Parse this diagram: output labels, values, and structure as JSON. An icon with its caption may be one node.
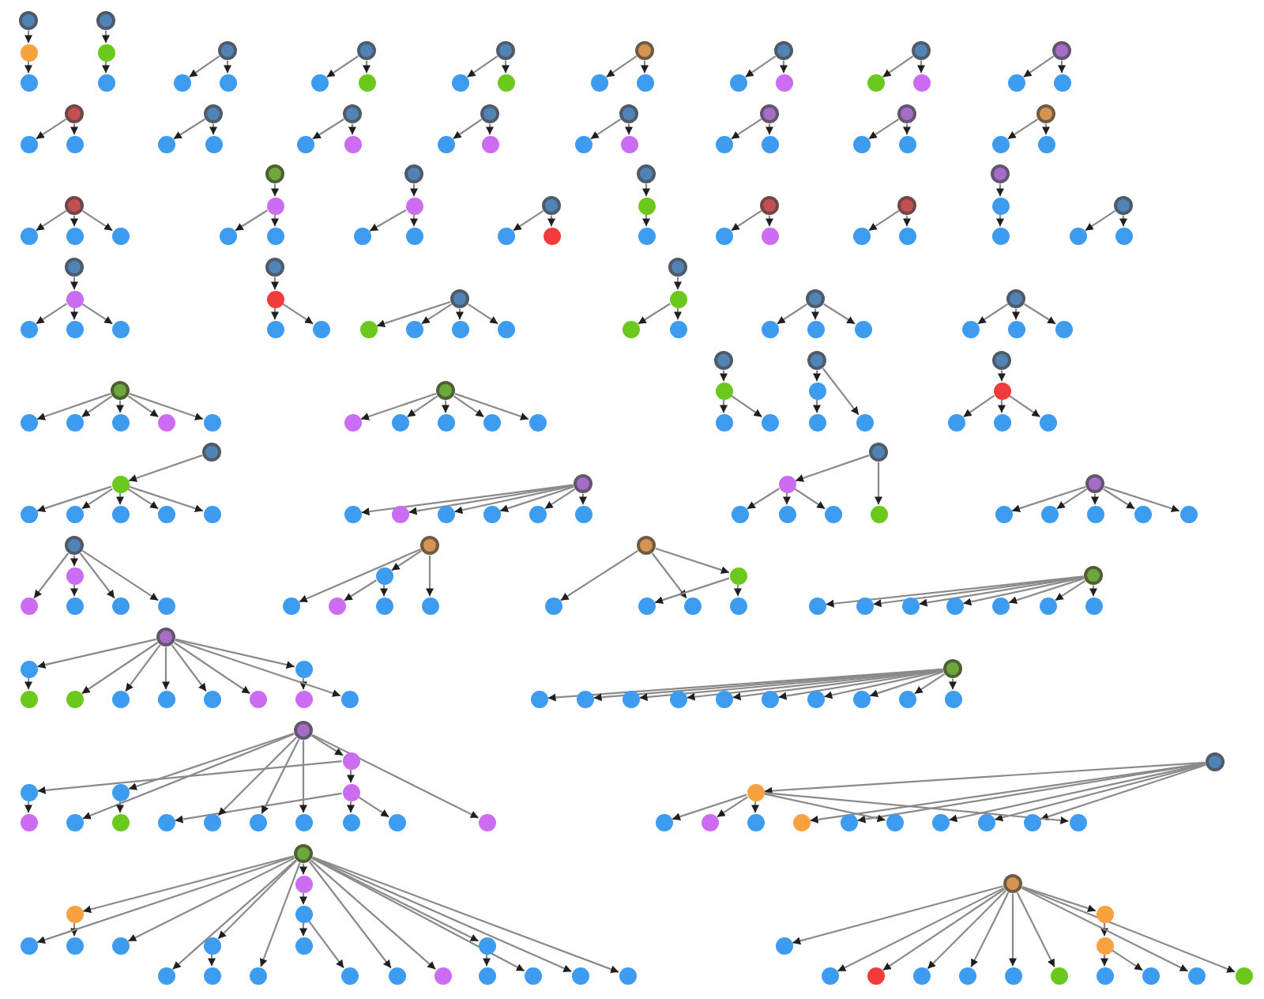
{
  "diagram": {
    "nodes": [
      {
        "text": [],
        "shape": "circle"
      },
      {
        "text": [],
        "shape": "circle"
      },
      {
        "text": [],
        "shape": "circle"
      },
      {
        "text": [],
        "shape": "circle"
      },
      {
        "text": [],
        "shape": "circle"
      },
      {
        "text": [],
        "shape": "circle"
      },
      {
        "text": [],
        "shape": "circle"
      },
      {
        "text": [],
        "shape": "circle"
      },
      {
        "text": [],
        "shape": "circle"
      },
      {
        "text": [],
        "shape": "circle"
      },
      {
        "text": [],
        "shape": "circle"
      },
      {
        "text": [],
        "shape": "circle"
      },
      {
        "text": [],
        "shape": "circle"
      },
      {
        "text": [],
        "shape": "circle"
      },
      {
        "text": [],
        "shape": "circle"
      },
      {
        "text": [],
        "shape": "circle"
      },
      {
        "text": [],
        "shape": "circle"
      },
      {
        "text": [],
        "shape": "circle"
      },
      {
        "text": [],
        "shape": "circle"
      },
      {
        "text": [],
        "shape": "circle"
      },
      {
        "text": [],
        "shape": "circle"
      },
      {
        "text": [],
        "shape": "circle"
      },
      {
        "text": [],
        "shape": "circle"
      },
      {
        "text": [],
        "shape": "circle"
      },
      {
        "text": [],
        "shape": "circle"
      },
      {
        "text": [],
        "shape": "circle"
      },
      {
        "text": [],
        "shape": "circle"
      },
      {
        "text": [],
        "shape": "circle"
      },
      {
        "text": [],
        "shape": "circle"
      },
      {
        "text": [],
        "shape": "circle"
      },
      {
        "text": [],
        "shape": "circle"
      },
      {
        "text": [],
        "shape": "circle"
      },
      {
        "text": [],
        "shape": "circle"
      },
      {
        "text": [],
        "shape": "circle"
      },
      {
        "text": [],
        "shape": "circle"
      },
      {
        "text": [],
        "shape": "circle"
      },
      {
        "text": [],
        "shape": "circle"
      },
      {
        "text": [],
        "shape": "circle"
      },
      {
        "text": [],
        "shape": "circle"
      },
      {
        "text": [],
        "shape": "circle"
      },
      {
        "text": [],
        "shape": "circle"
      },
      {
        "text": [],
        "shape": "circle"
      },
      {
        "text": [],
        "shape": "circle"
      },
      {
        "text": [],
        "shape": "circle"
      },
      {
        "text": [],
        "shape": "circle"
      },
      {
        "text": [],
        "shape": "circle"
      },
      {
        "text": [],
        "shape": "circle"
      },
      {
        "text": [],
        "shape": "circle"
      },
      {
        "text": [],
        "shape": "circle"
      },
      {
        "text": [],
        "shape": "circle"
      },
      {
        "text": [],
        "shape": "circle"
      },
      {
        "text": [],
        "shape": "circle"
      },
      {
        "text": [],
        "shape": "circle"
      },
      {
        "text": [],
        "shape": "circle"
      },
      {
        "text": [],
        "shape": "circle"
      },
      {
        "text": [],
        "shape": "circle"
      },
      {
        "text": [],
        "shape": "circle"
      },
      {
        "text": [],
        "shape": "circle"
      },
      {
        "text": [],
        "shape": "circle"
      },
      {
        "text": [],
        "shape": "circle"
      },
      {
        "text": [],
        "shape": "circle"
      },
      {
        "text": [],
        "shape": "circle"
      },
      {
        "text": [],
        "shape": "circle"
      },
      {
        "text": [],
        "shape": "circle"
      },
      {
        "text": [],
        "shape": "circle"
      },
      {
        "text": [],
        "shape": "circle"
      },
      {
        "text": [],
        "shape": "circle"
      },
      {
        "text": [],
        "shape": "circle"
      },
      {
        "text": [],
        "shape": "circle"
      },
      {
        "text": [],
        "shape": "circle"
      },
      {
        "text": [],
        "shape": "circle"
      },
      {
        "text": [],
        "shape": "circle"
      },
      {
        "text": [],
        "shape": "circle"
      },
      {
        "text": [],
        "shape": "circle"
      },
      {
        "text": [],
        "shape": "circle"
      },
      {
        "text": [],
        "shape": "circle"
      },
      {
        "text": [],
        "shape": "circle"
      },
      {
        "text": [],
        "shape": "circle"
      },
      {
        "text": [],
        "shape": "circle"
      },
      {
        "text": [],
        "shape": "circle"
      },
      {
        "text": [],
        "shape": "circle"
      },
      {
        "text": [],
        "shape": "circle"
      },
      {
        "text": [],
        "shape": "circle"
      },
      {
        "text": [],
        "shape": "circle"
      },
      {
        "text": [],
        "shape": "circle"
      },
      {
        "text": [],
        "shape": "circle"
      },
      {
        "text": [],
        "shape": "circle"
      },
      {
        "text": [],
        "shape": "circle"
      },
      {
        "text": [],
        "shape": "circle"
      },
      {
        "text": [],
        "shape": "circle"
      },
      {
        "text": [],
        "shape": "circle"
      },
      {
        "text": [],
        "shape": "circle"
      },
      {
        "text": [],
        "shape": "circle"
      },
      {
        "text": [],
        "shape": "circle"
      },
      {
        "text": [],
        "shape": "circle"
      },
      {
        "text": [],
        "shape": "circle"
      },
      {
        "text": [],
        "shape": "circle"
      },
      {
        "text": [],
        "shape": "circle"
      },
      {
        "text": [],
        "shape": "circle"
      },
      {
        "text": [],
        "shape": "circle"
      },
      {
        "text": [],
        "shape": "circle"
      },
      {
        "text": [],
        "shape": "circle"
      },
      {
        "text": [],
        "shape": "circle"
      },
      {
        "text": [],
        "shape": "circle"
      },
      {
        "text": [],
        "shape": "circle"
      },
      {
        "text": [],
        "shape": "circle"
      },
      {
        "text": [],
        "shape": "circle"
      },
      {
        "text": [],
        "shape": "circle"
      },
      {
        "text": [],
        "shape": "circle"
      },
      {
        "text": [],
        "shape": "circle"
      },
      {
        "text": [],
        "shape": "circle"
      },
      {
        "text": [],
        "shape": "circle"
      },
      {
        "text": [],
        "shape": "circle"
      },
      {
        "text": [],
        "shape": "circle"
      },
      {
        "text": [],
        "shape": "circle"
      },
      {
        "text": [],
        "shape": "circle"
      },
      {
        "text": [],
        "shape": "circle"
      },
      {
        "text": [],
        "shape": "circle"
      },
      {
        "text": [],
        "shape": "circle"
      },
      {
        "text": [],
        "shape": "circle"
      },
      {
        "text": [],
        "shape": "circle"
      },
      {
        "text": [],
        "shape": "circle"
      },
      {
        "text": [],
        "shape": "circle"
      },
      {
        "text": [],
        "shape": "circle"
      },
      {
        "text": [],
        "shape": "circle"
      },
      {
        "text": [],
        "shape": "circle"
      },
      {
        "text": [],
        "shape": "circle"
      },
      {
        "text": [],
        "shape": "circle"
      },
      {
        "text": [],
        "shape": "circle"
      },
      {
        "text": [],
        "shape": "circle"
      },
      {
        "text": [],
        "shape": "circle"
      },
      {
        "text": [],
        "shape": "circle"
      },
      {
        "text": [],
        "shape": "circle"
      },
      {
        "text": [],
        "shape": "circle"
      },
      {
        "text": [],
        "shape": "circle"
      },
      {
        "text": [],
        "shape": "circle"
      },
      {
        "text": [],
        "shape": "circle"
      },
      {
        "text": [],
        "shape": "circle"
      },
      {
        "text": [],
        "shape": "circle"
      },
      {
        "text": [],
        "shape": "circle"
      },
      {
        "text": [],
        "shape": "circle"
      },
      {
        "text": [],
        "shape": "circle"
      },
      {
        "text": [],
        "shape": "circle"
      },
      {
        "text": [],
        "shape": "circle"
      },
      {
        "text": [],
        "shape": "circle"
      },
      {
        "text": [],
        "shape": "circle"
      },
      {
        "text": [],
        "shape": "circle"
      },
      {
        "text": [],
        "shape": "circle"
      },
      {
        "text": [],
        "shape": "circle"
      },
      {
        "text": [],
        "shape": "circle"
      },
      {
        "text": [],
        "shape": "circle"
      },
      {
        "text": [],
        "shape": "circle"
      },
      {
        "text": [],
        "shape": "circle"
      },
      {
        "text": [],
        "shape": "circle"
      },
      {
        "text": [],
        "shape": "circle"
      },
      {
        "text": [],
        "shape": "circle"
      },
      {
        "text": [],
        "shape": "circle"
      },
      {
        "text": [],
        "shape": "circle"
      },
      {
        "text": [],
        "shape": "circle"
      },
      {
        "text": [],
        "shape": "circle"
      },
      {
        "text": [],
        "shape": "circle"
      },
      {
        "text": [],
        "shape": "circle"
      },
      {
        "text": [],
        "shape": "circle"
      },
      {
        "text": [],
        "shape": "circle"
      },
      {
        "text": [],
        "shape": "circle"
      },
      {
        "text": [],
        "shape": "circle"
      },
      {
        "text": [],
        "shape": "circle"
      },
      {
        "text": [],
        "shape": "circle"
      },
      {
        "text": [],
        "shape": "circle"
      },
      {
        "text": [],
        "shape": "circle"
      },
      {
        "text": [],
        "shape": "circle"
      },
      {
        "text": [],
        "shape": "circle"
      },
      {
        "text": [],
        "shape": "circle"
      },
      {
        "text": [],
        "shape": "circle"
      },
      {
        "text": [],
        "shape": "circle"
      },
      {
        "text": [],
        "shape": "circle"
      },
      {
        "text": [],
        "shape": "circle"
      },
      {
        "text": [],
        "shape": "circle"
      },
      {
        "text": [],
        "shape": "circle"
      },
      {
        "text": [],
        "shape": "circle"
      },
      {
        "text": [],
        "shape": "circle"
      },
      {
        "text": [],
        "shape": "circle"
      },
      {
        "text": [],
        "shape": "circle"
      },
      {
        "text": [],
        "shape": "circle"
      },
      {
        "text": [],
        "shape": "circle"
      },
      {
        "text": [],
        "shape": "circle"
      },
      {
        "text": [],
        "shape": "circle"
      },
      {
        "text": [],
        "shape": "circle"
      },
      {
        "text": [],
        "shape": "circle"
      },
      {
        "text": [],
        "shape": "circle"
      },
      {
        "text": [],
        "shape": "circle"
      },
      {
        "text": [],
        "shape": "circle"
      },
      {
        "text": [],
        "shape": "circle"
      },
      {
        "text": [],
        "shape": "circle"
      },
      {
        "text": [],
        "shape": "circle"
      },
      {
        "text": [],
        "shape": "circle"
      },
      {
        "text": [],
        "shape": "circle"
      },
      {
        "text": [],
        "shape": "circle"
      },
      {
        "text": [],
        "shape": "circle"
      },
      {
        "text": [],
        "shape": "circle"
      },
      {
        "text": [],
        "shape": "circle"
      },
      {
        "text": [],
        "shape": "circle"
      },
      {
        "text": [],
        "shape": "circle"
      },
      {
        "text": [],
        "shape": "circle"
      },
      {
        "text": [],
        "shape": "circle"
      },
      {
        "text": [],
        "shape": "circle"
      },
      {
        "text": [],
        "shape": "circle"
      },
      {
        "text": [],
        "shape": "circle"
      },
      {
        "text": [],
        "shape": "circle"
      },
      {
        "text": [],
        "shape": "circle"
      },
      {
        "text": [],
        "shape": "circle"
      },
      {
        "text": [],
        "shape": "circle"
      },
      {
        "text": [],
        "shape": "circle"
      },
      {
        "text": [],
        "shape": "circle"
      },
      {
        "text": [],
        "shape": "circle"
      },
      {
        "text": [],
        "shape": "circle"
      },
      {
        "text": [],
        "shape": "circle"
      },
      {
        "text": [],
        "shape": "circle"
      },
      {
        "text": [],
        "shape": "circle"
      },
      {
        "text": [],
        "shape": "circle"
      },
      {
        "text": [],
        "shape": "circle"
      },
      {
        "text": [],
        "shape": "circle"
      },
      {
        "text": [],
        "shape": "circle"
      },
      {
        "text": [],
        "shape": "circle"
      },
      {
        "text": [],
        "shape": "circle"
      },
      {
        "text": [],
        "shape": "circle"
      },
      {
        "text": [],
        "shape": "circle"
      },
      {
        "text": [],
        "shape": "circle"
      },
      {
        "text": [],
        "shape": "circle"
      },
      {
        "text": [],
        "shape": "circle"
      },
      {
        "text": [],
        "shape": "circle"
      },
      {
        "text": [],
        "shape": "circle"
      },
      {
        "text": [],
        "shape": "circle"
      },
      {
        "text": [],
        "shape": "circle"
      },
      {
        "text": [],
        "shape": "circle"
      },
      {
        "text": [],
        "shape": "circle"
      },
      {
        "text": [],
        "shape": "circle"
      },
      {
        "text": [],
        "shape": "circle"
      },
      {
        "text": [],
        "shape": "circle"
      },
      {
        "text": [],
        "shape": "circle"
      },
      {
        "text": [],
        "shape": "circle"
      },
      {
        "text": [],
        "shape": "circle"
      },
      {
        "text": [],
        "shape": "circle"
      },
      {
        "text": [],
        "shape": "circle"
      },
      {
        "text": [],
        "shape": "circle"
      },
      {
        "text": [],
        "shape": "circle"
      },
      {
        "text": [],
        "shape": "circle"
      },
      {
        "text": [],
        "shape": "circle"
      },
      {
        "text": [],
        "shape": "circle"
      },
      {
        "text": [],
        "shape": "circle"
      },
      {
        "text": [],
        "shape": "circle"
      },
      {
        "text": [],
        "shape": "circle"
      },
      {
        "text": [],
        "shape": "circle"
      },
      {
        "text": [],
        "shape": "circle"
      },
      {
        "text": [],
        "shape": "circle"
      },
      {
        "text": [],
        "shape": "circle"
      },
      {
        "text": [],
        "shape": "circle"
      },
      {
        "text": [],
        "shape": "circle"
      },
      {
        "text": [],
        "shape": "circle"
      },
      {
        "text": [],
        "shape": "circle"
      },
      {
        "text": [],
        "shape": "circle"
      },
      {
        "text": [],
        "shape": "circle"
      },
      {
        "text": [],
        "shape": "circle"
      },
      {
        "text": [],
        "shape": "circle"
      },
      {
        "text": [],
        "shape": "circle"
      },
      {
        "text": [],
        "shape": "circle"
      },
      {
        "text": [],
        "shape": "circle"
      }
    ],
    "edges": [
      {
        "from": 0,
        "to": 1,
        "arrow": "to"
      },
      {
        "from": 1,
        "to": 2,
        "arrow": "to"
      },
      {
        "from": 3,
        "to": 4,
        "arrow": "to"
      },
      {
        "from": 4,
        "to": 5,
        "arrow": "to"
      },
      {
        "from": 6,
        "to": 7,
        "arrow": "to"
      },
      {
        "from": 6,
        "to": 8,
        "arrow": "to"
      },
      {
        "from": 9,
        "to": 10,
        "arrow": "to"
      },
      {
        "from": 9,
        "to": 11,
        "arrow": "to"
      },
      {
        "from": 12,
        "to": 13,
        "arrow": "to"
      },
      {
        "from": 12,
        "to": 14,
        "arrow": "to"
      },
      {
        "from": 15,
        "to": 16,
        "arrow": "to"
      },
      {
        "from": 15,
        "to": 17,
        "arrow": "to"
      },
      {
        "from": 18,
        "to": 19,
        "arrow": "to"
      },
      {
        "from": 18,
        "to": 20,
        "arrow": "to"
      },
      {
        "from": 21,
        "to": 22,
        "arrow": "to"
      },
      {
        "from": 21,
        "to": 23,
        "arrow": "to"
      },
      {
        "from": 24,
        "to": 25,
        "arrow": "to"
      },
      {
        "from": 24,
        "to": 26,
        "arrow": "to"
      },
      {
        "from": 27,
        "to": 28,
        "arrow": "to"
      },
      {
        "from": 27,
        "to": 29,
        "arrow": "to"
      },
      {
        "from": 30,
        "to": 31,
        "arrow": "to"
      },
      {
        "from": 30,
        "to": 32,
        "arrow": "to"
      },
      {
        "from": 33,
        "to": 34,
        "arrow": "to"
      },
      {
        "from": 33,
        "to": 35,
        "arrow": "to"
      },
      {
        "from": 36,
        "to": 37,
        "arrow": "to"
      },
      {
        "from": 36,
        "to": 38,
        "arrow": "to"
      },
      {
        "from": 39,
        "to": 40,
        "arrow": "to"
      },
      {
        "from": 39,
        "to": 41,
        "arrow": "to"
      },
      {
        "from": 42,
        "to": 43,
        "arrow": "to"
      },
      {
        "from": 42,
        "to": 44,
        "arrow": "to"
      },
      {
        "from": 45,
        "to": 46,
        "arrow": "to"
      },
      {
        "from": 45,
        "to": 47,
        "arrow": "to"
      },
      {
        "from": 48,
        "to": 49,
        "arrow": "to"
      },
      {
        "from": 48,
        "to": 50,
        "arrow": "to"
      },
      {
        "from": 51,
        "to": 52,
        "arrow": "to"
      },
      {
        "from": 51,
        "to": 53,
        "arrow": "to"
      },
      {
        "from": 51,
        "to": 54,
        "arrow": "to"
      },
      {
        "from": 55,
        "to": 56,
        "arrow": "to"
      },
      {
        "from": 56,
        "to": 57,
        "arrow": "to"
      },
      {
        "from": 56,
        "to": 58,
        "arrow": "to"
      },
      {
        "from": 59,
        "to": 60,
        "arrow": "to"
      },
      {
        "from": 60,
        "to": 61,
        "arrow": "to"
      },
      {
        "from": 60,
        "to": 62,
        "arrow": "to"
      },
      {
        "from": 63,
        "to": 64,
        "arrow": "to"
      },
      {
        "from": 63,
        "to": 65,
        "arrow": "to"
      },
      {
        "from": 66,
        "to": 67,
        "arrow": "to"
      },
      {
        "from": 67,
        "to": 68,
        "arrow": "to"
      },
      {
        "from": 69,
        "to": 70,
        "arrow": "to"
      },
      {
        "from": 69,
        "to": 71,
        "arrow": "to"
      },
      {
        "from": 72,
        "to": 73,
        "arrow": "to"
      },
      {
        "from": 72,
        "to": 74,
        "arrow": "to"
      },
      {
        "from": 75,
        "to": 76,
        "arrow": "to"
      },
      {
        "from": 76,
        "to": 77,
        "arrow": "to"
      },
      {
        "from": 78,
        "to": 79,
        "arrow": "to"
      },
      {
        "from": 78,
        "to": 80,
        "arrow": "to"
      },
      {
        "from": 81,
        "to": 82,
        "arrow": "to"
      },
      {
        "from": 82,
        "to": 83,
        "arrow": "to"
      },
      {
        "from": 82,
        "to": 84,
        "arrow": "to"
      },
      {
        "from": 82,
        "to": 85,
        "arrow": "to"
      },
      {
        "from": 86,
        "to": 87,
        "arrow": "to"
      },
      {
        "from": 87,
        "to": 88,
        "arrow": "to"
      },
      {
        "from": 87,
        "to": 89,
        "arrow": "to"
      },
      {
        "from": 90,
        "to": 91,
        "arrow": "to"
      },
      {
        "from": 90,
        "to": 92,
        "arrow": "to"
      },
      {
        "from": 90,
        "to": 93,
        "arrow": "to"
      },
      {
        "from": 90,
        "to": 94,
        "arrow": "to"
      },
      {
        "from": 95,
        "to": 96,
        "arrow": "to"
      },
      {
        "from": 96,
        "to": 97,
        "arrow": "to"
      },
      {
        "from": 96,
        "to": 98,
        "arrow": "to"
      },
      {
        "from": 99,
        "to": 100,
        "arrow": "to"
      },
      {
        "from": 99,
        "to": 101,
        "arrow": "to"
      },
      {
        "from": 99,
        "to": 102,
        "arrow": "to"
      },
      {
        "from": 103,
        "to": 104,
        "arrow": "to"
      },
      {
        "from": 103,
        "to": 105,
        "arrow": "to"
      },
      {
        "from": 103,
        "to": 106,
        "arrow": "to"
      },
      {
        "from": 107,
        "to": 108,
        "arrow": "to"
      },
      {
        "from": 107,
        "to": 109,
        "arrow": "to"
      },
      {
        "from": 107,
        "to": 110,
        "arrow": "to"
      },
      {
        "from": 107,
        "to": 111,
        "arrow": "to"
      },
      {
        "from": 107,
        "to": 112,
        "arrow": "to"
      },
      {
        "from": 113,
        "to": 114,
        "arrow": "to"
      },
      {
        "from": 113,
        "to": 115,
        "arrow": "to"
      },
      {
        "from": 113,
        "to": 116,
        "arrow": "to"
      },
      {
        "from": 113,
        "to": 117,
        "arrow": "to"
      },
      {
        "from": 113,
        "to": 118,
        "arrow": "to"
      },
      {
        "from": 119,
        "to": 120,
        "arrow": "to"
      },
      {
        "from": 120,
        "to": 121,
        "arrow": "to"
      },
      {
        "from": 120,
        "to": 122,
        "arrow": "to"
      },
      {
        "from": 123,
        "to": 124,
        "arrow": "to"
      },
      {
        "from": 124,
        "to": 125,
        "arrow": "to"
      },
      {
        "from": 123,
        "to": 126,
        "arrow": "to"
      },
      {
        "from": 127,
        "to": 128,
        "arrow": "to"
      },
      {
        "from": 128,
        "to": 129,
        "arrow": "to"
      },
      {
        "from": 128,
        "to": 130,
        "arrow": "to"
      },
      {
        "from": 128,
        "to": 131,
        "arrow": "to"
      },
      {
        "from": 132,
        "to": 133,
        "arrow": "to"
      },
      {
        "from": 133,
        "to": 134,
        "arrow": "to"
      },
      {
        "from": 133,
        "to": 135,
        "arrow": "to"
      },
      {
        "from": 133,
        "to": 136,
        "arrow": "to"
      },
      {
        "from": 133,
        "to": 137,
        "arrow": "to"
      },
      {
        "from": 133,
        "to": 138,
        "arrow": "to"
      },
      {
        "from": 139,
        "to": 140,
        "arrow": "to"
      },
      {
        "from": 139,
        "to": 141,
        "arrow": "to"
      },
      {
        "from": 139,
        "to": 142,
        "arrow": "to"
      },
      {
        "from": 139,
        "to": 143,
        "arrow": "to"
      },
      {
        "from": 139,
        "to": 144,
        "arrow": "to"
      },
      {
        "from": 139,
        "to": 145,
        "arrow": "to"
      },
      {
        "from": 146,
        "to": 147,
        "arrow": "to"
      },
      {
        "from": 147,
        "to": 148,
        "arrow": "to"
      },
      {
        "from": 147,
        "to": 149,
        "arrow": "to"
      },
      {
        "from": 147,
        "to": 150,
        "arrow": "to"
      },
      {
        "from": 146,
        "to": 151,
        "arrow": "to"
      },
      {
        "from": 152,
        "to": 153,
        "arrow": "to"
      },
      {
        "from": 152,
        "to": 154,
        "arrow": "to"
      },
      {
        "from": 152,
        "to": 155,
        "arrow": "to"
      },
      {
        "from": 152,
        "to": 156,
        "arrow": "to"
      },
      {
        "from": 152,
        "to": 157,
        "arrow": "to"
      },
      {
        "from": 158,
        "to": 159,
        "arrow": "to"
      },
      {
        "from": 158,
        "to": 160,
        "arrow": "to"
      },
      {
        "from": 159,
        "to": 161,
        "arrow": "to"
      },
      {
        "from": 158,
        "to": 162,
        "arrow": "to"
      },
      {
        "from": 158,
        "to": 163,
        "arrow": "to"
      },
      {
        "from": 164,
        "to": 165,
        "arrow": "to"
      },
      {
        "from": 164,
        "to": 166,
        "arrow": "to"
      },
      {
        "from": 165,
        "to": 167,
        "arrow": "to"
      },
      {
        "from": 165,
        "to": 168,
        "arrow": "to"
      },
      {
        "from": 164,
        "to": 169,
        "arrow": "to"
      },
      {
        "from": 170,
        "to": 172,
        "arrow": "to"
      },
      {
        "from": 170,
        "to": 174,
        "arrow": "to"
      },
      {
        "from": 170,
        "to": 171,
        "arrow": "to"
      },
      {
        "from": 171,
        "to": 173,
        "arrow": "to"
      },
      {
        "from": 171,
        "to": 175,
        "arrow": "to"
      },
      {
        "from": 176,
        "to": 177,
        "arrow": "to"
      },
      {
        "from": 176,
        "to": 178,
        "arrow": "to"
      },
      {
        "from": 176,
        "to": 179,
        "arrow": "to"
      },
      {
        "from": 176,
        "to": 180,
        "arrow": "to"
      },
      {
        "from": 176,
        "to": 181,
        "arrow": "to"
      },
      {
        "from": 176,
        "to": 182,
        "arrow": "to"
      },
      {
        "from": 176,
        "to": 183,
        "arrow": "to"
      },
      {
        "from": 184,
        "to": 185,
        "arrow": "to"
      },
      {
        "from": 185,
        "to": 186,
        "arrow": "to"
      },
      {
        "from": 184,
        "to": 187,
        "arrow": "to"
      },
      {
        "from": 184,
        "to": 188,
        "arrow": "to"
      },
      {
        "from": 184,
        "to": 189,
        "arrow": "to"
      },
      {
        "from": 184,
        "to": 190,
        "arrow": "to"
      },
      {
        "from": 184,
        "to": 191,
        "arrow": "to"
      },
      {
        "from": 184,
        "to": 192,
        "arrow": "to"
      },
      {
        "from": 192,
        "to": 193,
        "arrow": "to"
      },
      {
        "from": 184,
        "to": 194,
        "arrow": "to"
      },
      {
        "from": 195,
        "to": 196,
        "arrow": "to"
      },
      {
        "from": 195,
        "to": 197,
        "arrow": "to"
      },
      {
        "from": 195,
        "to": 198,
        "arrow": "to"
      },
      {
        "from": 195,
        "to": 199,
        "arrow": "to"
      },
      {
        "from": 195,
        "to": 200,
        "arrow": "to"
      },
      {
        "from": 195,
        "to": 201,
        "arrow": "to"
      },
      {
        "from": 195,
        "to": 202,
        "arrow": "to"
      },
      {
        "from": 195,
        "to": 203,
        "arrow": "to"
      },
      {
        "from": 195,
        "to": 204,
        "arrow": "to"
      },
      {
        "from": 195,
        "to": 205,
        "arrow": "to"
      },
      {
        "from": 206,
        "to": 207,
        "arrow": "to"
      },
      {
        "from": 207,
        "to": 208,
        "arrow": "to"
      },
      {
        "from": 207,
        "to": 209,
        "arrow": "to"
      },
      {
        "from": 206,
        "to": 210,
        "arrow": "to"
      },
      {
        "from": 209,
        "to": 211,
        "arrow": "to"
      },
      {
        "from": 206,
        "to": 212,
        "arrow": "to"
      },
      {
        "from": 210,
        "to": 213,
        "arrow": "to"
      },
      {
        "from": 208,
        "to": 214,
        "arrow": "to"
      },
      {
        "from": 206,
        "to": 215,
        "arrow": "to"
      },
      {
        "from": 206,
        "to": 216,
        "arrow": "to"
      },
      {
        "from": 206,
        "to": 217,
        "arrow": "to"
      },
      {
        "from": 208,
        "to": 218,
        "arrow": "to"
      },
      {
        "from": 208,
        "to": 219,
        "arrow": "to"
      },
      {
        "from": 206,
        "to": 220,
        "arrow": "to"
      },
      {
        "from": 221,
        "to": 222,
        "arrow": "to"
      },
      {
        "from": 222,
        "to": 223,
        "arrow": "to"
      },
      {
        "from": 222,
        "to": 224,
        "arrow": "to"
      },
      {
        "from": 222,
        "to": 225,
        "arrow": "to"
      },
      {
        "from": 221,
        "to": 226,
        "arrow": "to"
      },
      {
        "from": 221,
        "to": 227,
        "arrow": "to"
      },
      {
        "from": 222,
        "to": 228,
        "arrow": "to"
      },
      {
        "from": 221,
        "to": 229,
        "arrow": "to"
      },
      {
        "from": 221,
        "to": 230,
        "arrow": "to"
      },
      {
        "from": 221,
        "to": 231,
        "arrow": "to"
      },
      {
        "from": 222,
        "to": 232,
        "arrow": "to"
      },
      {
        "from": 233,
        "to": 234,
        "arrow": "to"
      },
      {
        "from": 234,
        "to": 236,
        "arrow": "to"
      },
      {
        "from": 233,
        "to": 235,
        "arrow": "to"
      },
      {
        "from": 235,
        "to": 238,
        "arrow": "to"
      },
      {
        "from": 233,
        "to": 237,
        "arrow": "to"
      },
      {
        "from": 233,
        "to": 239,
        "arrow": "to"
      },
      {
        "from": 233,
        "to": 240,
        "arrow": "to"
      },
      {
        "from": 240,
        "to": 244,
        "arrow": "to"
      },
      {
        "from": 236,
        "to": 241,
        "arrow": "to"
      },
      {
        "from": 233,
        "to": 243,
        "arrow": "to"
      },
      {
        "from": 233,
        "to": 245,
        "arrow": "to"
      },
      {
        "from": 236,
        "to": 246,
        "arrow": "to"
      },
      {
        "from": 233,
        "to": 247,
        "arrow": "to"
      },
      {
        "from": 233,
        "to": 248,
        "arrow": "to"
      },
      {
        "from": 233,
        "to": 242,
        "arrow": "to"
      },
      {
        "from": 242,
        "to": 249,
        "arrow": "to"
      },
      {
        "from": 233,
        "to": 250,
        "arrow": "to"
      },
      {
        "from": 233,
        "to": 251,
        "arrow": "to"
      },
      {
        "from": 233,
        "to": 252,
        "arrow": "to"
      },
      {
        "from": 253,
        "to": 256,
        "arrow": "to"
      },
      {
        "from": 253,
        "to": 257,
        "arrow": "to"
      },
      {
        "from": 253,
        "to": 258,
        "arrow": "to"
      },
      {
        "from": 253,
        "to": 259,
        "arrow": "to"
      },
      {
        "from": 253,
        "to": 260,
        "arrow": "to"
      },
      {
        "from": 253,
        "to": 261,
        "arrow": "to"
      },
      {
        "from": 253,
        "to": 262,
        "arrow": "to"
      },
      {
        "from": 253,
        "to": 254,
        "arrow": "to"
      },
      {
        "from": 254,
        "to": 255,
        "arrow": "to"
      },
      {
        "from": 255,
        "to": 263,
        "arrow": "to"
      },
      {
        "from": 255,
        "to": 264,
        "arrow": "to"
      },
      {
        "from": 253,
        "to": 265,
        "arrow": "to"
      },
      {
        "from": 253,
        "to": 266,
        "arrow": "to"
      }
    ]
  }
}
